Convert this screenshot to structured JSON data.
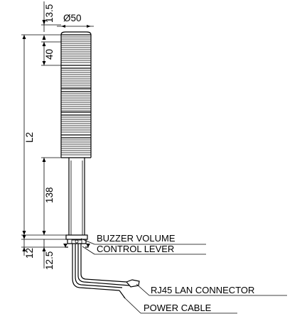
{
  "dimensions": {
    "top_cap": "13.5",
    "diameter": "Ø50",
    "tier_height": "40",
    "total_length": "L2",
    "base_height": "138",
    "bracket_height": "12",
    "bottom_offset": "12.5"
  },
  "callouts": {
    "buzzer_line1": "BUZZER VOLUME",
    "buzzer_line2": "CONTROL LEVER",
    "rj45": "RJ45 LAN CONNECTOR",
    "power": "POWER CABLE"
  }
}
